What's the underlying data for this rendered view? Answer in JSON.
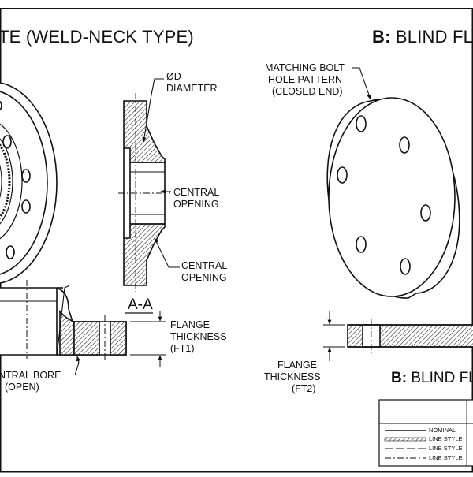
{
  "panel_a": {
    "title": "TE (WELD-NECK TYPE)",
    "section_label": "A-A",
    "callouts": {
      "diameter_line1": "ØD",
      "diameter_line2": "DIAMETER",
      "central_opening_top_line1": "CENTRAL",
      "central_opening_top_line2": "OPENING",
      "central_opening_bottom_line1": "CENTRAL",
      "central_opening_bottom_line2": "OPENING",
      "flange_thickness_line1": "FLANGE",
      "flange_thickness_line2": "THICKNESS",
      "flange_thickness_line3": "(FT1)",
      "central_bore_line1": "NTRAL BORE",
      "central_bore_line2": "(OPEN)"
    }
  },
  "panel_b": {
    "title_prefix": "B:",
    "title_rest": " BLIND FL",
    "subtitle_prefix": "B:",
    "subtitle_rest": " BLIND FL",
    "callouts": {
      "bolt_pattern_line1": "MATCHING BOLT",
      "bolt_pattern_line2": "HOLE PATTERN",
      "bolt_pattern_line3": "(CLOSED END)",
      "flange_thickness_line1": "FLANGE",
      "flange_thickness_line2": "THICKNESS",
      "flange_thickness_line3": "(FT2)"
    }
  },
  "legend": {
    "rows": [
      "NOMINAL",
      "LINE STYLE",
      "LINE STYLE",
      "LINE STYLE"
    ]
  },
  "colors": {
    "ink": "#111111",
    "paper": "#ffffff",
    "fill": "#f4f4f4"
  }
}
